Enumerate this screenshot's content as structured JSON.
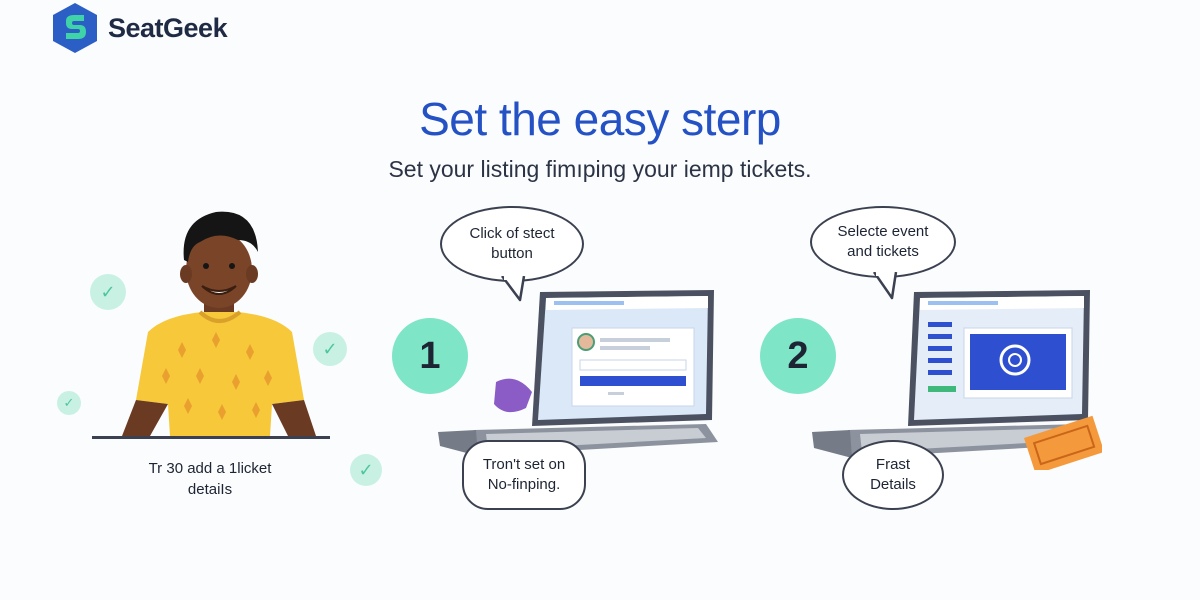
{
  "brand": {
    "name": "SeatGeek",
    "color": "#2c5fc6"
  },
  "hero": {
    "title": "Set the easy sterp",
    "subtitle": "Set your listing fimıping your iemp tickets."
  },
  "left_panel": {
    "caption_line1": "Tr 30 add a 1licket",
    "caption_line2": "detaiIs"
  },
  "step1": {
    "number": "1",
    "bubble_top_line1": "Click of stect",
    "bubble_top_line2": "button",
    "bubble_bottom_line1": "Tron't set on",
    "bubble_bottom_line2": "No-finping."
  },
  "step2": {
    "number": "2",
    "bubble_top_line1": "Selecte event",
    "bubble_top_line2": "and tickets",
    "bubble_bottom_line1": "Frast",
    "bubble_bottom_line2": "Details"
  },
  "colors": {
    "accent_blue": "#2452c4",
    "mint": "#7ee5c6",
    "shirt_yellow": "#f6c83a",
    "ticket_orange": "#f59a3c",
    "laptop_gray": "#4b5161"
  },
  "icons": [
    "seatgeek-logo-icon",
    "check-icon",
    "person-illustration",
    "laptop-icon",
    "ticket-icon",
    "refresh-icon"
  ]
}
